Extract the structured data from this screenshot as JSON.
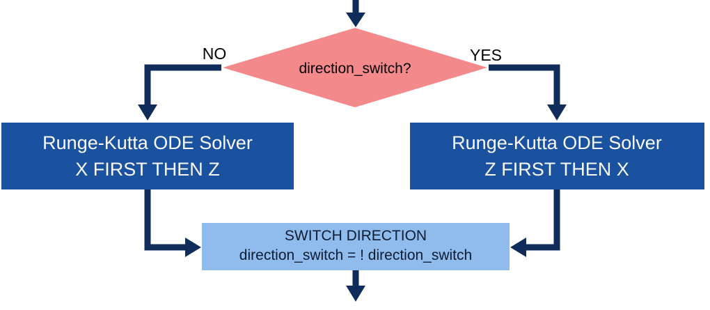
{
  "diagram": {
    "decision": {
      "label": "direction_switch?"
    },
    "branch_no": {
      "label": "NO"
    },
    "branch_yes": {
      "label": "YES"
    },
    "box_left": {
      "line1": "Runge-Kutta ODE Solver",
      "line2": "X FIRST THEN Z"
    },
    "box_right": {
      "line1": "Runge-Kutta ODE Solver",
      "line2": "Z FIRST THEN X"
    },
    "box_switch": {
      "line1": "SWITCH DIRECTION",
      "line2": "direction_switch = ! direction_switch"
    },
    "colors": {
      "decision_fill": "#F4898B",
      "solver_fill": "#1A529F",
      "switch_fill": "#8FBCEC",
      "arrow": "#102C5A",
      "solver_text": "#FBFBFB",
      "dark_text": "#0D1B33",
      "label_text": "#000000"
    }
  }
}
